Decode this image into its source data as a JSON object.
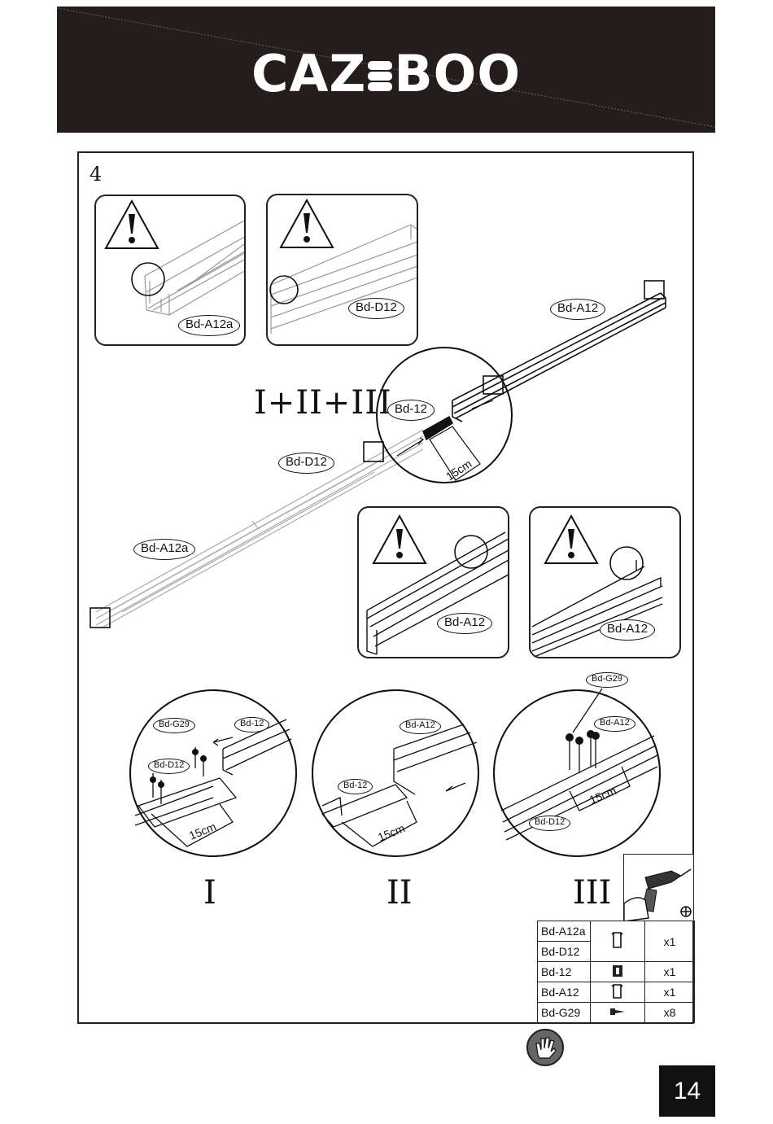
{
  "header": {
    "logo_left": "CAZ",
    "logo_right": "BOO"
  },
  "step": {
    "number": "4",
    "combo_label": "I+II+III"
  },
  "labels": {
    "bd_a12a": "Bd-A12a",
    "bd_d12": "Bd-D12",
    "bd_a12": "Bd-A12",
    "bd_12": "Bd-12",
    "bd_g29": "Bd-G29",
    "dim_15cm": "15cm"
  },
  "substeps": [
    "I",
    "II",
    "III"
  ],
  "parts_table": {
    "rows": [
      {
        "name": "Bd-A12a",
        "icon": "profile-icon",
        "qty": "x1"
      },
      {
        "name": "Bd-D12",
        "icon": "profile-icon",
        "qty": ""
      },
      {
        "name": "Bd-12",
        "icon": "connector-icon",
        "qty": "x1"
      },
      {
        "name": "Bd-A12",
        "icon": "profile-icon",
        "qty": "x1"
      },
      {
        "name": "Bd-G29",
        "icon": "screw-icon",
        "qty": "x8"
      }
    ]
  },
  "page_number": "14",
  "icons": [
    "warning-icon",
    "drill-icon",
    "phillips-bit-icon",
    "glove-icon"
  ]
}
